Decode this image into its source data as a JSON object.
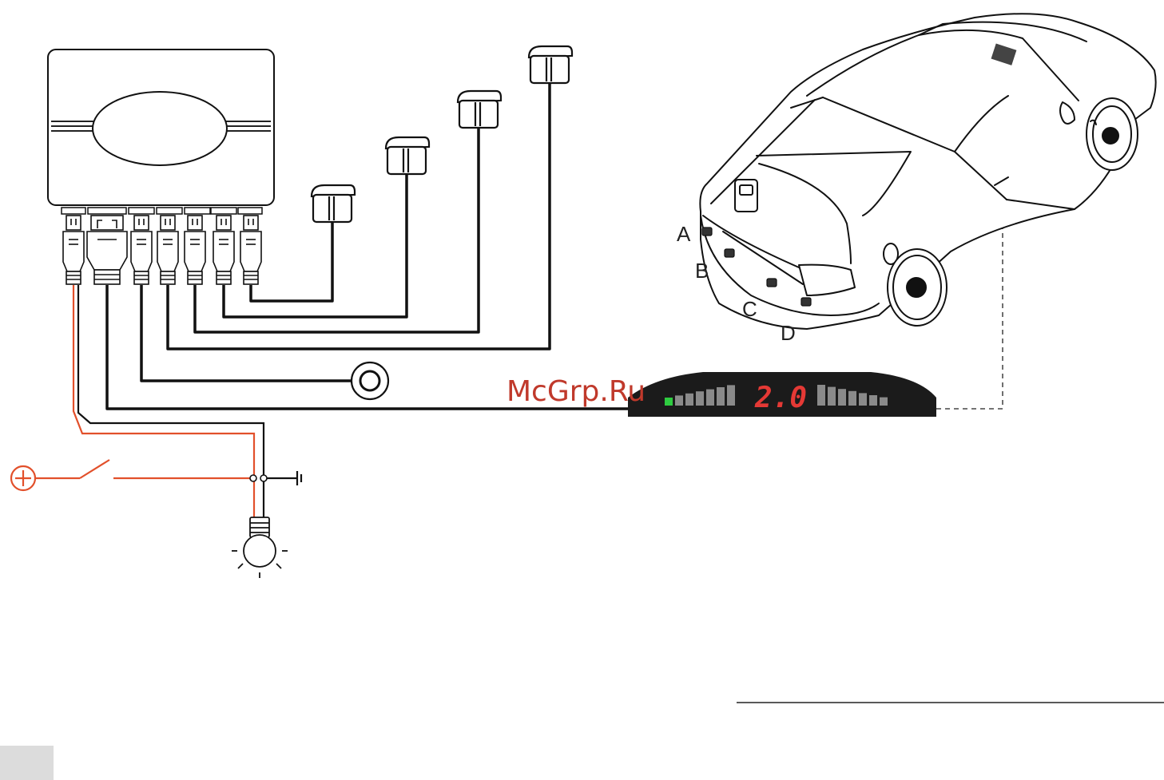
{
  "watermark": "McGrp.Ru",
  "display": {
    "readout": "2.0",
    "left_bar_count": 7,
    "right_bar_count": 7,
    "colors": {
      "active_bar": "#2ecc40",
      "bar": "#8a8a8a",
      "digits": "#e53935",
      "body": "#1b1b1b"
    }
  },
  "sensor_labels": [
    "A",
    "B",
    "C",
    "D"
  ],
  "wire_colors": {
    "power": "#e2502b",
    "signal": "#111111"
  },
  "icons": [
    "control-unit-icon",
    "sensor-icon",
    "buzzer-icon",
    "plus-terminal-icon",
    "ground-icon",
    "lamp-icon",
    "car-icon"
  ]
}
